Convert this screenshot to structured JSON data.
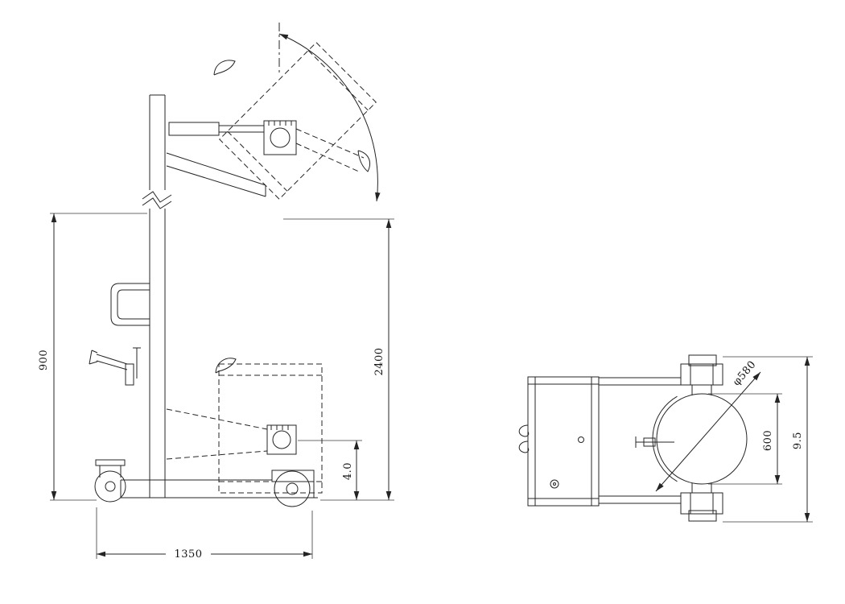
{
  "dims": {
    "side_height_left": "900",
    "side_height_right": "2400",
    "side_drum_height": "4.0",
    "side_base_length": "1350",
    "plan_drum_diameter": "φ580",
    "plan_clamp_width": "600",
    "plan_overall_width": "9.5"
  },
  "colors": {
    "ink": "#242424",
    "background": "#ffffff"
  }
}
